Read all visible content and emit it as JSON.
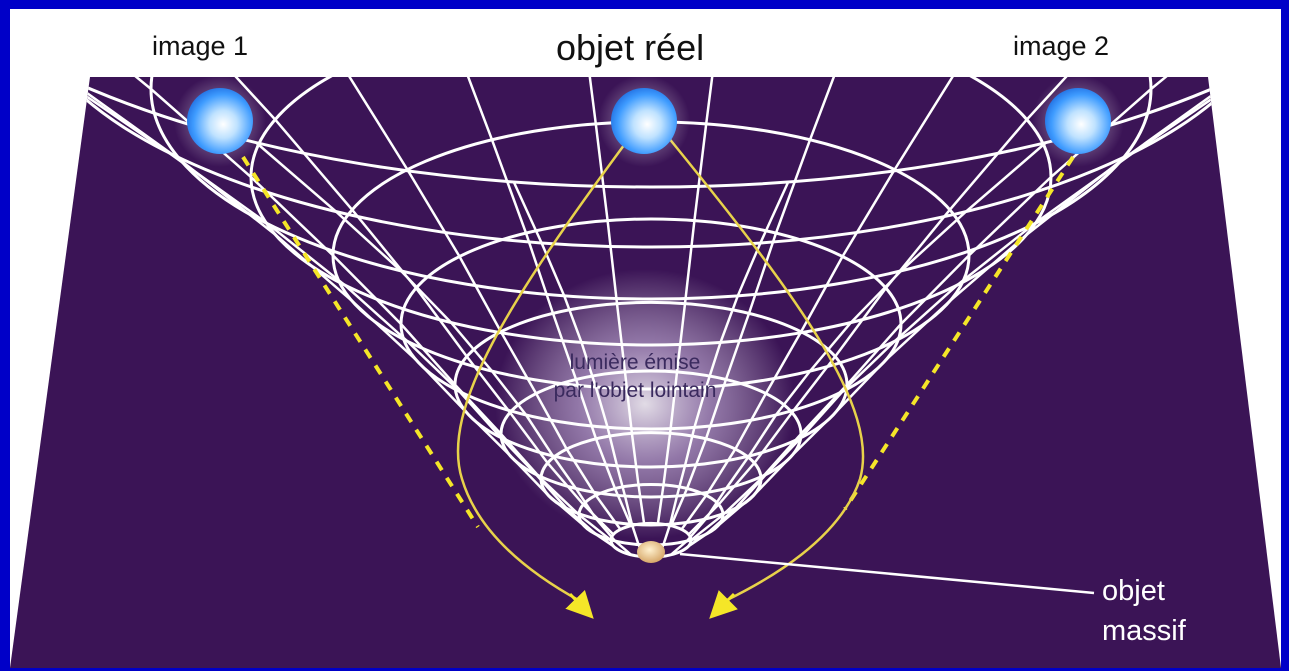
{
  "labels": {
    "image_1": "image 1",
    "real_object": "objet réel",
    "image_2": "image 2",
    "light_line1": "lumière émise",
    "light_line2": "par l'objet lointain",
    "massive_line1": "objet",
    "massive_line2": "massif"
  },
  "colors": {
    "page_border": "#0000c8",
    "spacetime_fabric": "#3b1456",
    "grid_lines": "#ffffff",
    "light_paths": "#e8d24a",
    "apparent_paths": "#f5e628",
    "source_glow": "#3f9cff",
    "massive_object": "#e8c28a"
  },
  "icons": {
    "sources": "glowing-blue-sphere",
    "mass": "tan-dot"
  }
}
